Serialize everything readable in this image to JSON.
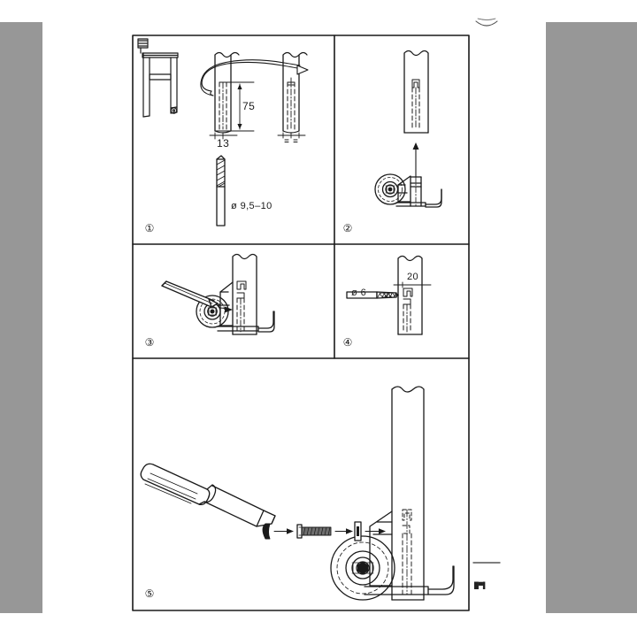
{
  "document": {
    "type": "assembly-instruction-sheet",
    "title": "",
    "description": "Exploded assembly instructions for mounting a caster wheel into a tubular leg",
    "panel_count": 5,
    "background_color": "#ffffff",
    "ink_color": "#1a1a1a",
    "margin_bar_color": "#979797"
  },
  "panels": [
    {
      "number": "1",
      "number_glyph": "①",
      "name": "panel-1-drill-tube",
      "labels": [
        {
          "name": "dimension-75",
          "text": "75",
          "unit": "mm"
        },
        {
          "name": "dimension-13",
          "text": "13",
          "unit": "mm"
        },
        {
          "name": "drill-diameter",
          "text": "ø 9,5–10",
          "unit": "mm"
        }
      ],
      "objects": [
        "bed-frame-icon",
        "tube-before",
        "tube-after",
        "curved-arrow",
        "drill-bit"
      ]
    },
    {
      "number": "2",
      "number_glyph": "②",
      "name": "panel-2-insert-caster",
      "labels": [],
      "objects": [
        "tube-with-slot",
        "up-arrow",
        "caster-wheel-assembly"
      ]
    },
    {
      "number": "3",
      "number_glyph": "③",
      "name": "panel-3-mark-position",
      "labels": [],
      "objects": [
        "pencil",
        "pointer-arrow",
        "tube-with-caster"
      ]
    },
    {
      "number": "4",
      "number_glyph": "④",
      "name": "panel-4-drill-hole",
      "labels": [
        {
          "name": "drill-diameter",
          "text": "ø 6",
          "unit": "mm"
        },
        {
          "name": "dimension-20",
          "text": "20",
          "unit": "mm"
        }
      ],
      "objects": [
        "drill-bit-small",
        "tube-with-marking"
      ]
    },
    {
      "number": "5",
      "number_glyph": "⑤",
      "name": "panel-5-fasten-screw",
      "labels": [],
      "objects": [
        "screwdriver",
        "cap",
        "screw",
        "washer",
        "assembly-arrows",
        "caster-wheel-assembly-large"
      ]
    }
  ],
  "margins": {
    "left_bar": {
      "name": "left-margin-bar",
      "color": "#979797"
    },
    "right_bar": {
      "name": "right-margin-bar",
      "color": "#979797"
    }
  },
  "page_marks": [
    {
      "name": "top-arc-mark",
      "description": "faint semicircular scanning artifact"
    },
    {
      "name": "right-rule-mark",
      "description": "short horizontal rule near right edge"
    },
    {
      "name": "right-glyph-mark",
      "description": "small dark glyph near right edge"
    }
  ]
}
